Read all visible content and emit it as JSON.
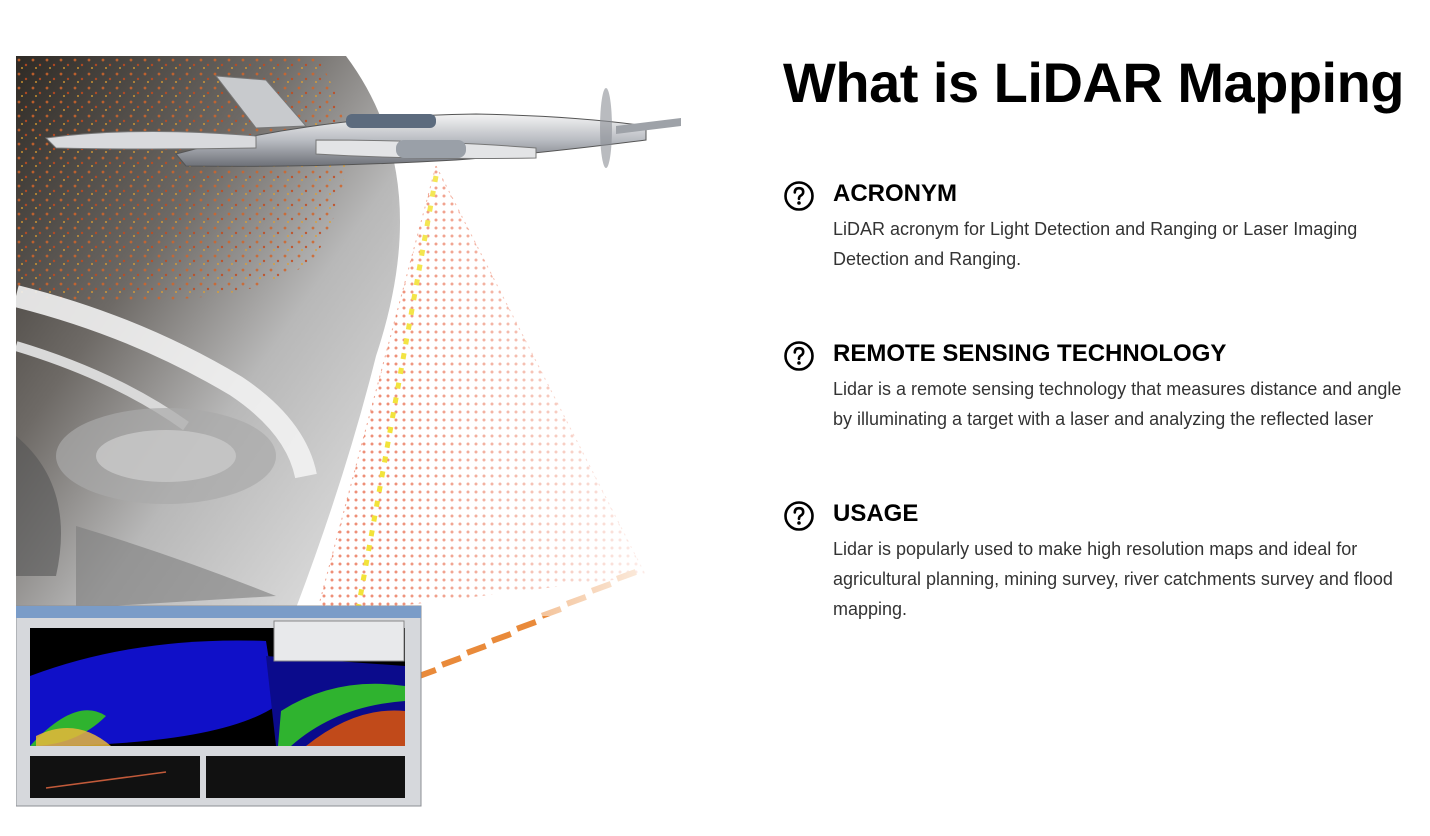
{
  "illustration": {
    "description_icon": "lidar-airplane-scan-image"
  },
  "heading": {
    "title": "What is LiDAR Mapping"
  },
  "features": [
    {
      "icon": "question-circle-icon",
      "title": "ACRONYM",
      "text": "LiDAR acronym for Light Detection and Ranging or Laser Imaging Detection and Ranging."
    },
    {
      "icon": "question-circle-icon",
      "title": "REMOTE SENSING TECHNOLOGY",
      "text": "Lidar is a remote sensing technology that measures distance and angle by illuminating a target with a laser and analyzing the reflected laser"
    },
    {
      "icon": "question-circle-icon",
      "title": "USAGE",
      "text": "Lidar is popularly used to make high resolution maps and ideal for agricultural planning, mining survey, river catchments survey and flood mapping."
    }
  ],
  "colors": {
    "title": "#000000",
    "body_text": "#333333",
    "laser_points": "#e25a2b",
    "laser_nadir": "#f2e33a",
    "screen_blue": "#1010c8"
  }
}
